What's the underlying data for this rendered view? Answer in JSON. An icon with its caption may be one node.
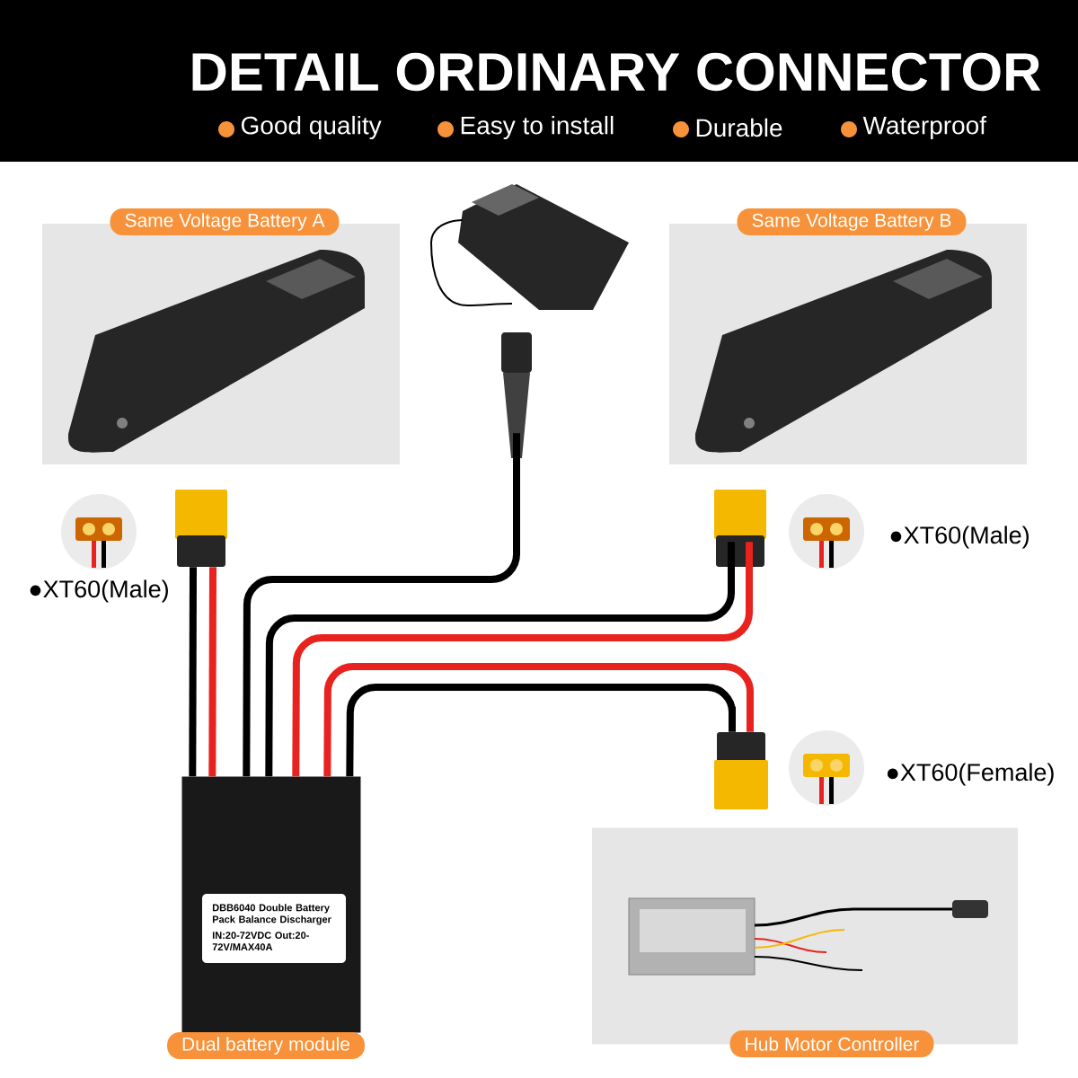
{
  "diagram": {
    "title": "DETAIL ORDINARY CONNECTOR",
    "nodes": [
      {
        "text": [
          "Same Voltage Battery A"
        ]
      },
      {
        "text": [],
        "shape": "picture"
      },
      {
        "text": [
          "Same Voltage Battery B"
        ]
      },
      {
        "text": [
          "DBB6040 Double Battery Pack Balance Discharger",
          "IN:20-72VDC Out:20-72V/MAX40A",
          "Dual battery module"
        ]
      },
      {
        "text": [
          "Hub Motor Controller"
        ]
      },
      {
        "text": [],
        "shape": "picture",
        "beside": [
          "●XT60(Male)"
        ]
      },
      {
        "text": [],
        "shape": "picture",
        "beside": [
          "●XT60(Male)"
        ]
      },
      {
        "text": [],
        "shape": "picture",
        "beside": [
          "●XT60(Female)"
        ]
      },
      {
        "text": [],
        "shape": "picture"
      }
    ],
    "edges": [
      {
        "from": 3,
        "to": 5,
        "arrow": "none"
      },
      {
        "from": 3,
        "to": 5,
        "arrow": "none",
        "color": "#e8231f"
      },
      {
        "from": 3,
        "to": 8,
        "arrow": "none"
      },
      {
        "from": 3,
        "to": 6,
        "arrow": "none"
      },
      {
        "from": 3,
        "to": 6,
        "arrow": "none",
        "color": "#e8231f"
      },
      {
        "from": 3,
        "to": 7,
        "arrow": "none",
        "color": "#e8231f"
      },
      {
        "from": 3,
        "to": 7,
        "arrow": "none"
      }
    ],
    "labels": [
      "Good quality",
      "Easy to install",
      "Durable",
      "Waterproof"
    ]
  }
}
